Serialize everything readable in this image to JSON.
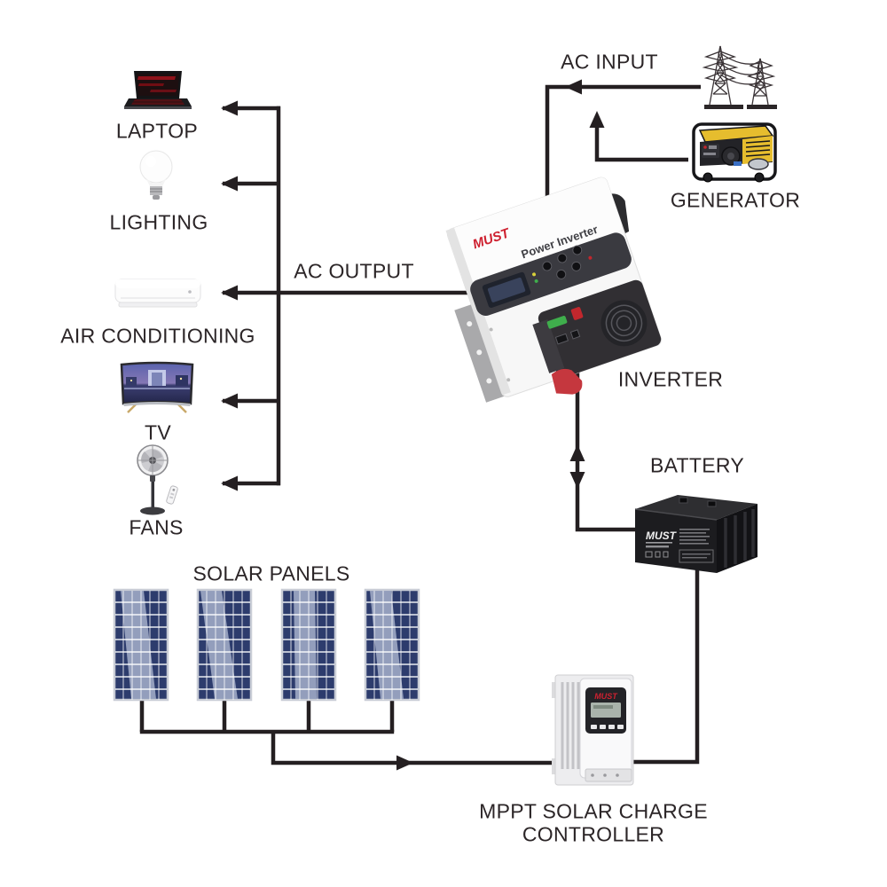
{
  "diagram": {
    "labels": {
      "ac_input": "AC INPUT",
      "ac_output": "AC OUTPUT",
      "generator": "GENERATOR",
      "inverter": "INVERTER",
      "battery": "BATTERY",
      "solar_panels": "SOLAR PANELS",
      "mppt_line1": "MPPT SOLAR CHARGE",
      "mppt_line2": "CONTROLLER"
    },
    "loads": [
      {
        "label": "LAPTOP",
        "icon": "laptop-icon"
      },
      {
        "label": "LIGHTING",
        "icon": "light-bulb-icon"
      },
      {
        "label": "AIR CONDITIONING",
        "icon": "air-conditioner-icon"
      },
      {
        "label": "TV",
        "icon": "tv-icon"
      },
      {
        "label": "FANS",
        "icon": "standing-fan-icon"
      }
    ],
    "devices": {
      "inverter": {
        "brand": "MUST",
        "panel_text": "Power Inverter"
      },
      "battery": {
        "brand": "MUST"
      },
      "mppt": {
        "brand": "MUST"
      }
    },
    "solar_panel_count": 4,
    "edges": [
      {
        "from": "utility-grid",
        "to": "inverter",
        "via": "AC INPUT"
      },
      {
        "from": "generator",
        "to": "inverter",
        "via": "AC INPUT"
      },
      {
        "from": "inverter",
        "to": "loads",
        "via": "AC OUTPUT"
      },
      {
        "from": "inverter",
        "to": "battery",
        "direction": "bidirectional"
      },
      {
        "from": "battery",
        "to": "mppt-controller"
      },
      {
        "from": "solar-panels",
        "to": "mppt-controller"
      }
    ],
    "colors": {
      "line": "#241f21",
      "text": "#2b2527",
      "brand_red": "#ce2130",
      "panel_blue": "#2d3c6d",
      "generator_yellow": "#e6bd2e"
    }
  }
}
